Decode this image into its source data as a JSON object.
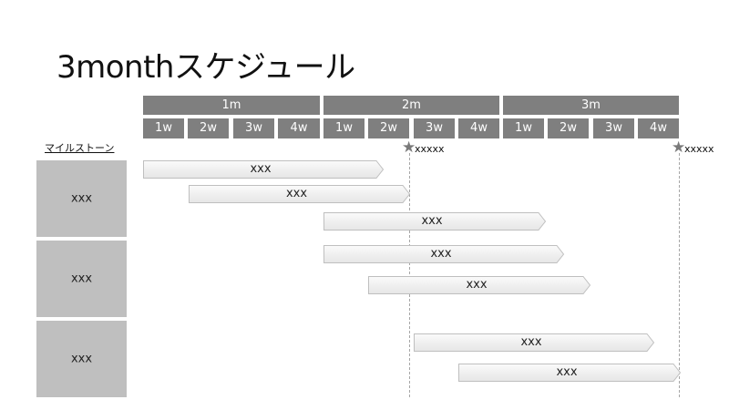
{
  "title": "3monthスケジュール",
  "months": [
    "1m",
    "2m",
    "3m"
  ],
  "weeks": [
    "1w",
    "2w",
    "3w",
    "4w",
    "1w",
    "2w",
    "3w",
    "4w",
    "1w",
    "2w",
    "3w",
    "4w"
  ],
  "milestone_row": {
    "label": "マイルストーン",
    "milestones": [
      {
        "text": "xxxxx",
        "icon": "star-icon"
      },
      {
        "text": "xxxxx",
        "icon": "star-icon"
      }
    ]
  },
  "groups": [
    {
      "label": "xxx"
    },
    {
      "label": "xxx"
    },
    {
      "label": "xxx"
    }
  ],
  "tasks": [
    {
      "label": "xxx"
    },
    {
      "label": "xxx"
    },
    {
      "label": "xxx"
    },
    {
      "label": "xxx"
    },
    {
      "label": "xxx"
    },
    {
      "label": "xxx"
    },
    {
      "label": "xxx"
    }
  ],
  "colors": {
    "header": "#7f7f7f",
    "header_text": "#ffffff",
    "group_box": "#bfbfbf",
    "task_fill_top": "#fafafa",
    "task_fill_bottom": "#e6e6e6",
    "task_border": "#bfbfbf",
    "star": "#7a7a7a"
  }
}
